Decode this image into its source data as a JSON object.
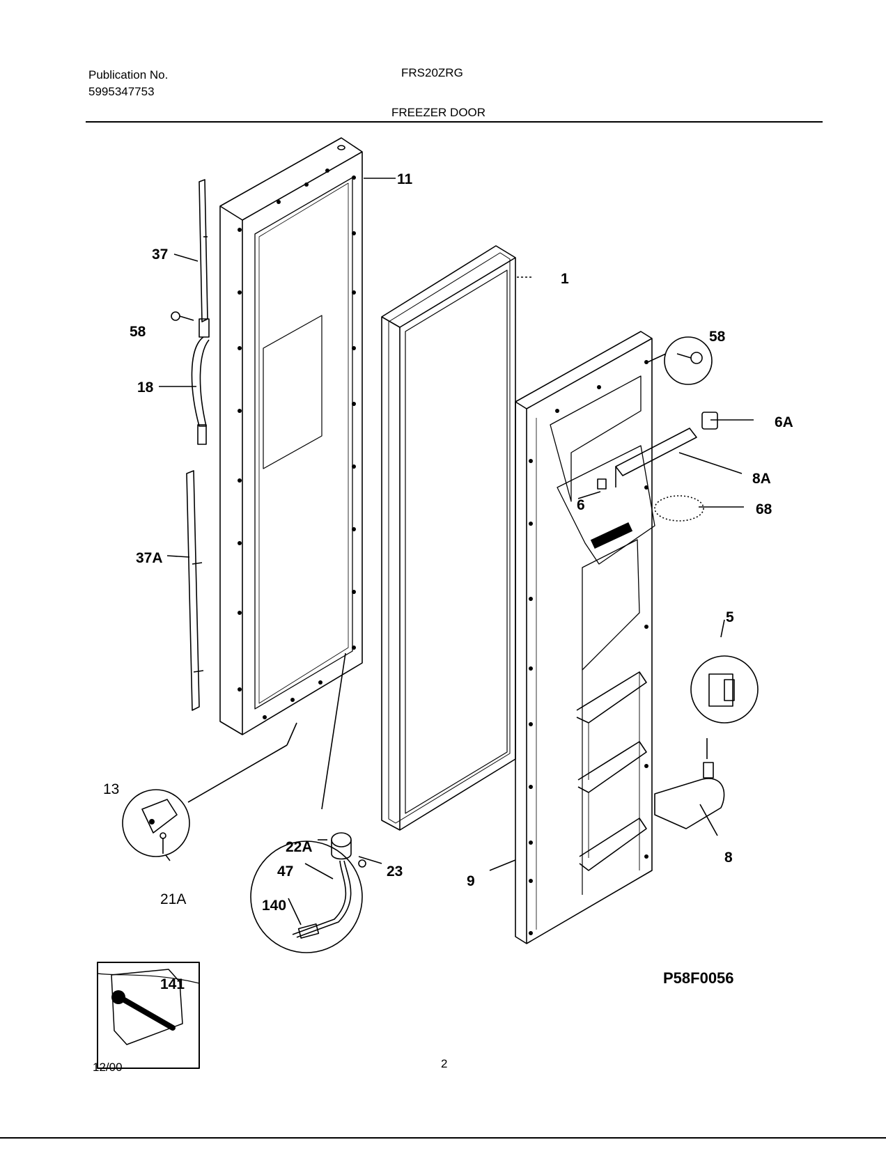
{
  "header": {
    "publication_label": "Publication No.",
    "publication_number": "5995347753",
    "model": "FRS20ZRG",
    "section_title": "FREEZER DOOR"
  },
  "diagram": {
    "figure_code": "P58F0056",
    "callouts": [
      {
        "id": "11",
        "text": "11"
      },
      {
        "id": "1",
        "text": "1"
      },
      {
        "id": "37",
        "text": "37"
      },
      {
        "id": "58-left",
        "text": "58"
      },
      {
        "id": "18",
        "text": "18"
      },
      {
        "id": "37A",
        "text": "37A"
      },
      {
        "id": "58-right",
        "text": "58"
      },
      {
        "id": "6A",
        "text": "6A"
      },
      {
        "id": "8A",
        "text": "8A"
      },
      {
        "id": "6",
        "text": "6"
      },
      {
        "id": "68",
        "text": "68"
      },
      {
        "id": "5",
        "text": "5"
      },
      {
        "id": "8",
        "text": "8"
      },
      {
        "id": "9",
        "text": "9"
      },
      {
        "id": "13",
        "text": "13"
      },
      {
        "id": "21A",
        "text": "21A"
      },
      {
        "id": "22A",
        "text": "22A"
      },
      {
        "id": "23",
        "text": "23"
      },
      {
        "id": "47",
        "text": "47"
      },
      {
        "id": "140",
        "text": "140"
      },
      {
        "id": "141",
        "text": "141"
      }
    ]
  },
  "footer": {
    "date": "12/00",
    "page_number": "2"
  }
}
